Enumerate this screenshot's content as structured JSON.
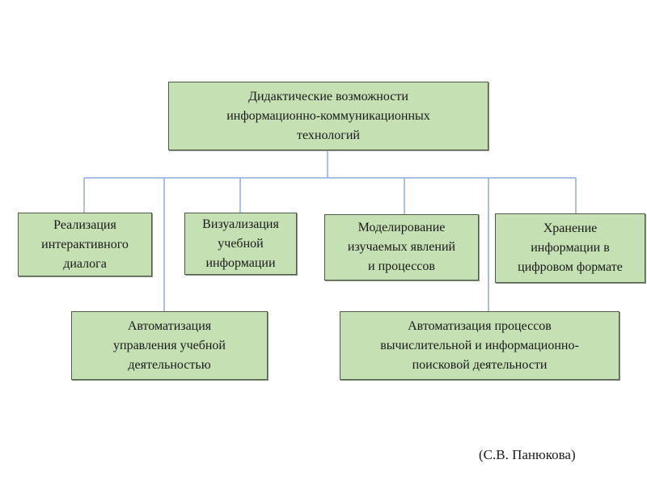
{
  "root": {
    "text": "Дидактические возможности\nинформационно-коммуникационных\nтехнологий"
  },
  "children": [
    {
      "text": "Реализация\nинтерактивного\nдиалога"
    },
    {
      "text": "Визуализация\nучебной\nинформации"
    },
    {
      "text": "Моделирование\nизучаемых явлений\nи процессов"
    },
    {
      "text": "Хранение\nинформации в\nцифровом формате"
    },
    {
      "text": "Автоматизация\nуправления учебной\nдеятельностью"
    },
    {
      "text": "Автоматизация процессов\nвычислительной и информационно-\nпоисковой деятельности"
    }
  ],
  "caption": "(С.В. Панюкова)",
  "colors": {
    "box_fill": "#c5e0b3",
    "connector": "#8eaadb"
  }
}
